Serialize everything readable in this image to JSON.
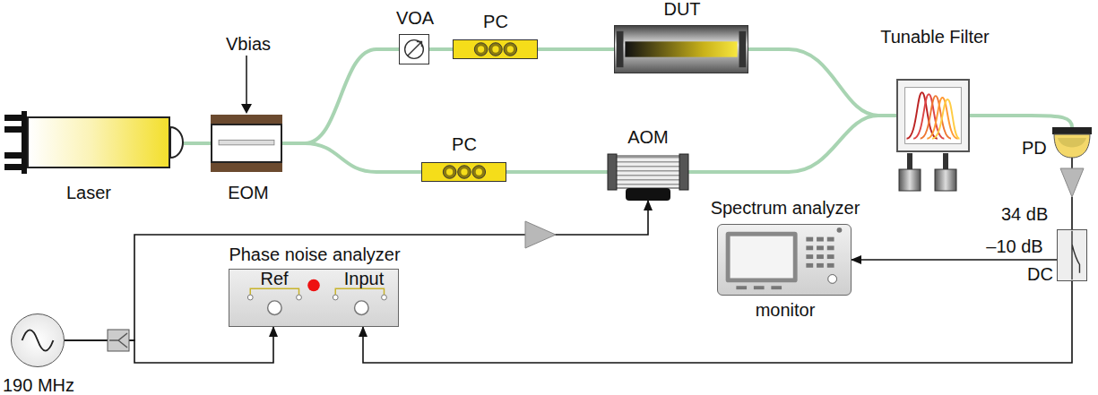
{
  "diagram": {
    "nodes": [
      {
        "text": [
          "Laser"
        ]
      },
      {
        "text": [
          "Vbias",
          "EOM"
        ]
      },
      {
        "text": [
          "VOA"
        ]
      },
      {
        "text": [
          "PC"
        ]
      },
      {
        "text": [
          "DUT"
        ]
      },
      {
        "text": [
          "PC"
        ]
      },
      {
        "text": [
          "AOM"
        ]
      },
      {
        "text": [
          "Tunable Filter"
        ]
      },
      {
        "text": [
          "PD"
        ]
      },
      {
        "text": [
          "34 dB"
        ]
      },
      {
        "text": [
          "DC"
        ]
      },
      {
        "text": [
          "Spectrum analyzer",
          "monitor"
        ]
      },
      {
        "text": [
          "Phase noise analyzer",
          "Ref",
          "Input"
        ]
      },
      {
        "text": [
          "190 MHz"
        ]
      }
    ],
    "edges": [
      {
        "from": 0,
        "to": 1,
        "arrow": "none"
      },
      {
        "from": 1,
        "to": 2,
        "arrow": "none"
      },
      {
        "from": 2,
        "to": 3,
        "arrow": "none"
      },
      {
        "from": 3,
        "to": 4,
        "arrow": "none"
      },
      {
        "from": 1,
        "to": 5,
        "arrow": "none"
      },
      {
        "from": 5,
        "to": 6,
        "arrow": "none"
      },
      {
        "from": 4,
        "to": 7,
        "arrow": "none"
      },
      {
        "from": 6,
        "to": 7,
        "arrow": "none"
      },
      {
        "from": 7,
        "to": 8,
        "arrow": "none"
      },
      {
        "from": 8,
        "to": 9,
        "arrow": "none"
      },
      {
        "from": 9,
        "to": 10,
        "arrow": "none"
      },
      {
        "from": 10,
        "to": 11,
        "arrow": "to",
        "label": "–10 dB"
      },
      {
        "from": 10,
        "to": 12,
        "arrow": "to"
      },
      {
        "from": 13,
        "to": 6,
        "arrow": "to"
      },
      {
        "from": 13,
        "to": 12,
        "arrow": "to"
      }
    ]
  }
}
